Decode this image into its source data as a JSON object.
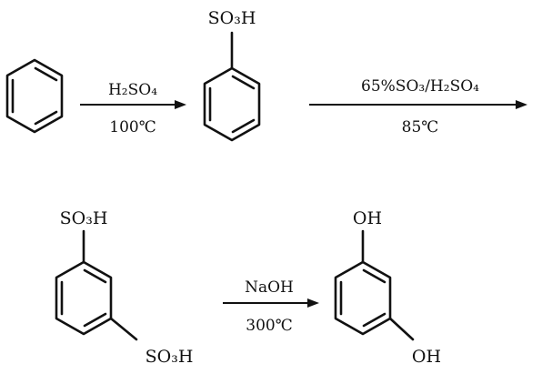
{
  "steps": [
    {
      "reagent": "H₂SO₄",
      "condition": "100℃"
    },
    {
      "reagent": "65%SO₃/H₂SO₄",
      "condition": "85℃"
    },
    {
      "reagent": "NaOH",
      "condition": "300℃"
    }
  ],
  "compounds": {
    "benzenesulfonic_acid": {
      "sub1": "SO₃H"
    },
    "benzenedisulfonic_acid": {
      "sub1": "SO₃H",
      "sub2": "SO₃H"
    },
    "resorcinol": {
      "sub1": "OH",
      "sub2": "OH"
    }
  }
}
